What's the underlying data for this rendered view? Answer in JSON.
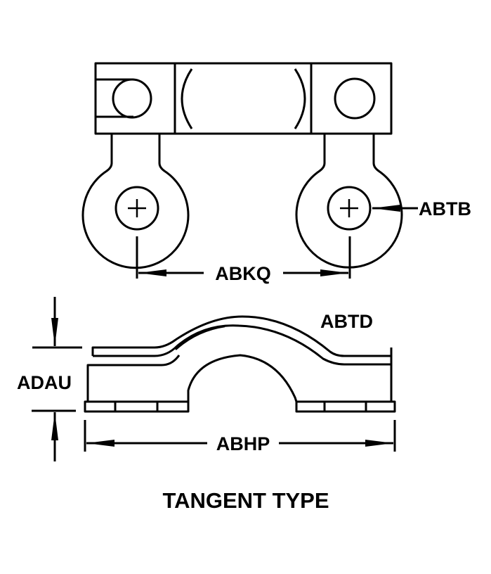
{
  "title": "TANGENT TYPE",
  "labels": {
    "abtb": "ABTB",
    "abkq": "ABKQ",
    "abtd": "ABTD",
    "adau": "ADAU",
    "abhp": "ABHP"
  },
  "colors": {
    "line": "#000000",
    "background": "#ffffff"
  }
}
